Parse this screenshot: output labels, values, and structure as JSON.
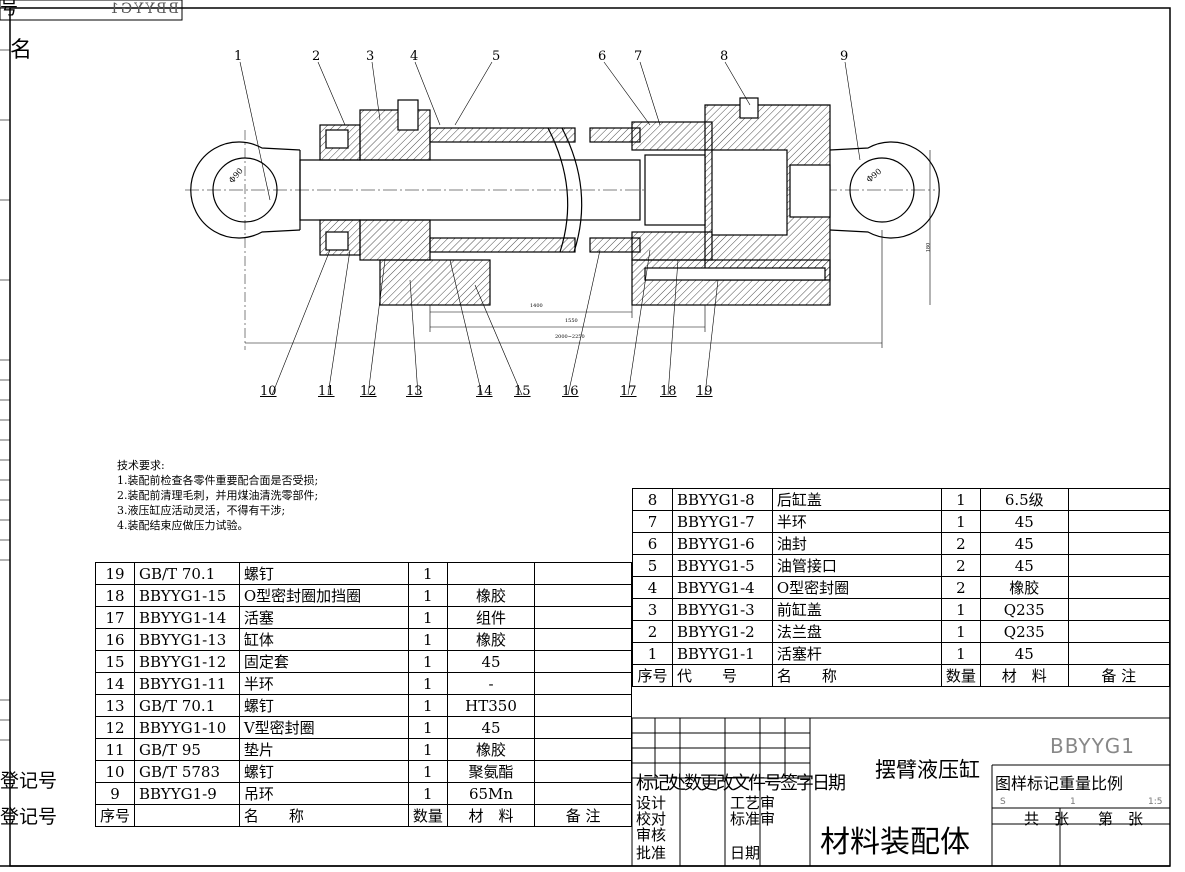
{
  "frame": {
    "corner_top": "号",
    "corner_name": "名",
    "drawing_no_mirrored": "BBYYG1",
    "side_reg1": "登记号",
    "side_reg2": "登记号"
  },
  "callouts": [
    "1",
    "2",
    "3",
    "4",
    "5",
    "6",
    "7",
    "8",
    "9",
    "10",
    "11",
    "12",
    "13",
    "14",
    "15",
    "16",
    "17",
    "18",
    "19"
  ],
  "dimensions": {
    "eye_left": "Φ90",
    "eye_right": "Φ90",
    "len1": "1400",
    "len2": "1550",
    "len3": "2000~2250",
    "height": "180"
  },
  "notes": {
    "title": "技术要求:",
    "items": [
      "1.装配前检查各零件重要配合面是否受损;",
      "2.装配前清理毛刺，并用煤油清洗零部件;",
      "3.液压缸应活动灵活，不得有干涉;",
      "4.装配结束应做压力试验。"
    ]
  },
  "bom_right": {
    "rows": [
      [
        "8",
        "BBYYG1-8",
        "后缸盖",
        "1",
        "6.5级",
        ""
      ],
      [
        "7",
        "BBYYG1-7",
        "半环",
        "1",
        "45",
        ""
      ],
      [
        "6",
        "BBYYG1-6",
        "油封",
        "2",
        "45",
        ""
      ],
      [
        "5",
        "BBYYG1-5",
        "油管接口",
        "2",
        "45",
        ""
      ],
      [
        "4",
        "BBYYG1-4",
        "O型密封圈",
        "2",
        "橡胶",
        ""
      ],
      [
        "3",
        "BBYYG1-3",
        "前缸盖",
        "1",
        "Q235",
        ""
      ],
      [
        "2",
        "BBYYG1-2",
        "法兰盘",
        "1",
        "Q235",
        ""
      ],
      [
        "1",
        "BBYYG1-1",
        "活塞杆",
        "1",
        "45",
        ""
      ]
    ],
    "header": [
      "序号",
      "代　　号",
      "名　　称",
      "数量",
      "材　料",
      "备 注"
    ]
  },
  "bom_left": {
    "rows": [
      [
        "19",
        "GB/T 70.1",
        "螺钉",
        "1",
        "",
        ""
      ],
      [
        "18",
        "BBYYG1-15",
        "O型密封圈加挡圈",
        "1",
        "橡胶",
        ""
      ],
      [
        "17",
        "BBYYG1-14",
        "活塞",
        "1",
        "组件",
        ""
      ],
      [
        "16",
        "BBYYG1-13",
        "缸体",
        "1",
        "橡胶",
        ""
      ],
      [
        "15",
        "BBYYG1-12",
        "固定套",
        "1",
        "45",
        ""
      ],
      [
        "14",
        "BBYYG1-11",
        "半环",
        "1",
        "-",
        ""
      ],
      [
        "13",
        "GB/T 70.1",
        "螺钉",
        "1",
        "HT350",
        ""
      ],
      [
        "12",
        "BBYYG1-10",
        "V型密封圈",
        "1",
        "45",
        ""
      ],
      [
        "11",
        "GB/T 95",
        "垫片",
        "1",
        "橡胶",
        ""
      ],
      [
        "10",
        "GB/T 5783",
        "螺钉",
        "1",
        "聚氨酯",
        ""
      ],
      [
        "9",
        "BBYYG1-9",
        "吊环",
        "1",
        "65Mn",
        ""
      ]
    ],
    "header": [
      "序号",
      "",
      "名　　称",
      "数量",
      "材　料",
      "备 注"
    ]
  },
  "title_block": {
    "product": "摆臂液压缸",
    "drawing_no": "BBYYG1",
    "material": "材料装配体",
    "rev_header": "标记处数更改文件号签字日期",
    "row_design": "设计",
    "row_process": "工艺审",
    "row_check": "校对",
    "row_std": "标准审",
    "row_review": "审核",
    "row_approve": "批准",
    "row_date": "日期",
    "stage_header": "图样标记重量比例",
    "scale_s": "S",
    "scale_qty": "1",
    "scale_ratio": "1:5",
    "sheets_total": "共　张",
    "sheets_no": "第　张"
  },
  "colors": {
    "line": "#000000",
    "paper": "#ffffff"
  }
}
